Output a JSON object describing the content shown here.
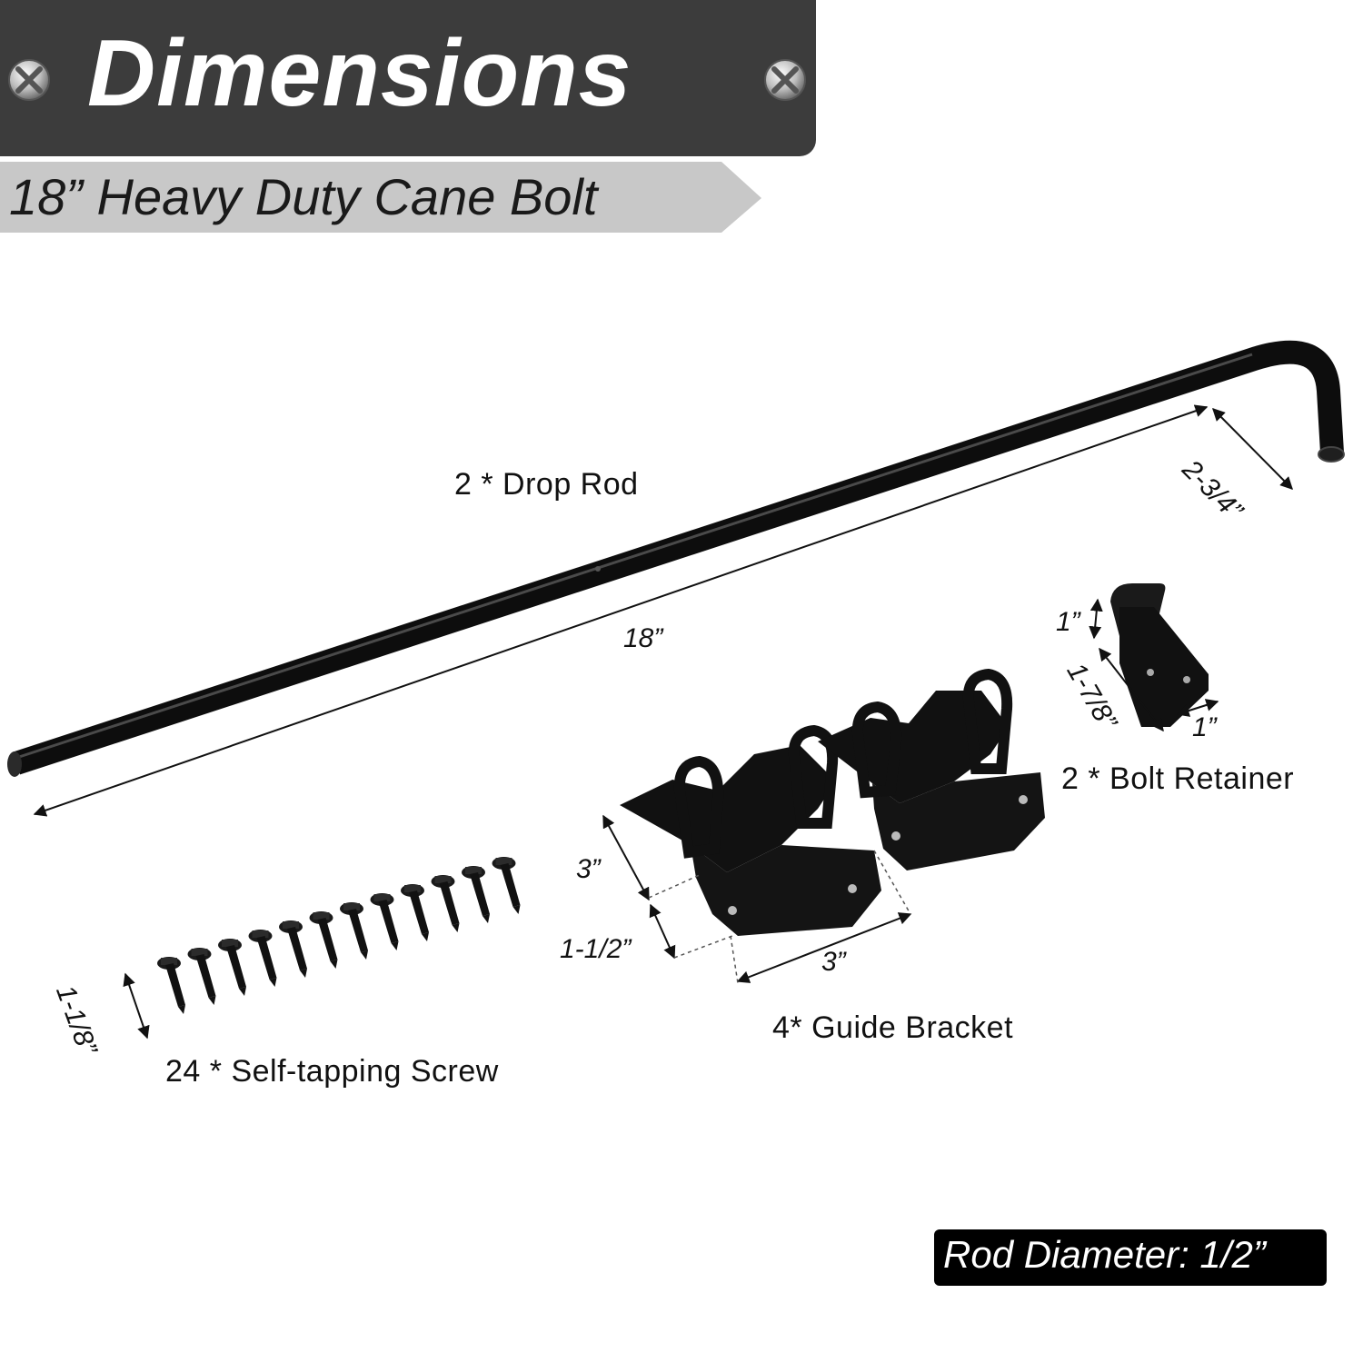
{
  "header": {
    "title": "Dimensions",
    "subtitle": "18” Heavy Duty Cane Bolt",
    "banner_color": "#3c3c3c",
    "ribbon_color": "#c8c8c8"
  },
  "parts": {
    "drop_rod": "2 * Drop Rod",
    "bolt_retainer": "2 * Bolt Retainer",
    "guide_bracket": "4* Guide Bracket",
    "screw": "24 * Self-tapping Screw"
  },
  "dimensions": {
    "rod_length": "18”",
    "rod_hook": "2-3/4”",
    "retainer_height": "1”",
    "retainer_length": "1-7/8”",
    "retainer_width": "1”",
    "bracket_height": "3”",
    "bracket_flange": "1-1/2”",
    "bracket_width": "3”",
    "screw_length": "1-1/8”"
  },
  "footer": {
    "rod_diameter": "Rod Diameter: 1/2”"
  },
  "icons": [
    "screw-head-icon-left",
    "screw-head-icon-right"
  ]
}
